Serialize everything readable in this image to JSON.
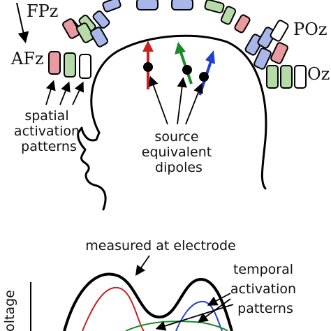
{
  "electrodes": {
    "fpz": "FPz",
    "afz": "AFz",
    "poz": "POz",
    "oz": "Oz"
  },
  "annotations": {
    "spatial": [
      "spatial",
      "activation",
      "patterns"
    ],
    "source": [
      "source",
      "equivalent",
      "dipoles"
    ],
    "measured": "measured at electrode",
    "temporal": [
      "temporal",
      "activation",
      "patterns"
    ],
    "voltage_axis": "oltage"
  },
  "colors": {
    "red": "#cc1f1f",
    "green": "#1a8a2a",
    "blue": "#1f3fcc",
    "black": "#000000",
    "electrode_red_fill": "#e89aa0",
    "electrode_green_fill": "#b5dca8",
    "electrode_blue_fill": "#a9b6ea",
    "electrode_white_fill": "#ffffff"
  }
}
